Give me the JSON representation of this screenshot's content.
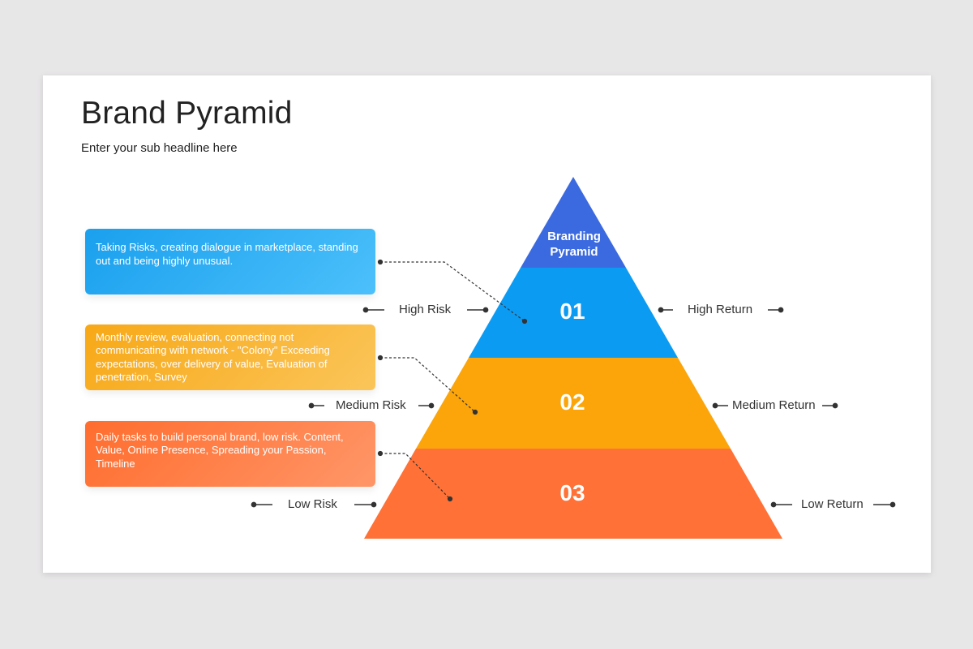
{
  "slide": {
    "title": "Brand Pyramid",
    "subtitle": "Enter your sub headline here"
  },
  "pyramid": {
    "apex_label": "Branding Pyramid",
    "tiers": [
      {
        "number": "01",
        "color": "#0c9bf3",
        "risk": "High Risk",
        "return": "High Return",
        "description": "Taking Risks, creating dialogue in marketplace, standing out and being highly unusual."
      },
      {
        "number": "02",
        "color": "#fba50b",
        "risk": "Medium Risk",
        "return": "Medium Return",
        "description": "Monthly review, evaluation, connecting not communicating with network - \"Colony\" Exceeding expectations, over delivery of value, Evaluation of penetration, Survey"
      },
      {
        "number": "03",
        "color": "#ff7136",
        "risk": "Low Risk",
        "return": "Low Return",
        "description": "Daily tasks to build personal brand, low risk. Content, Value, Online Presence, Spreading your Passion, Timeline"
      }
    ],
    "apex_color": "#3b6ae0"
  }
}
